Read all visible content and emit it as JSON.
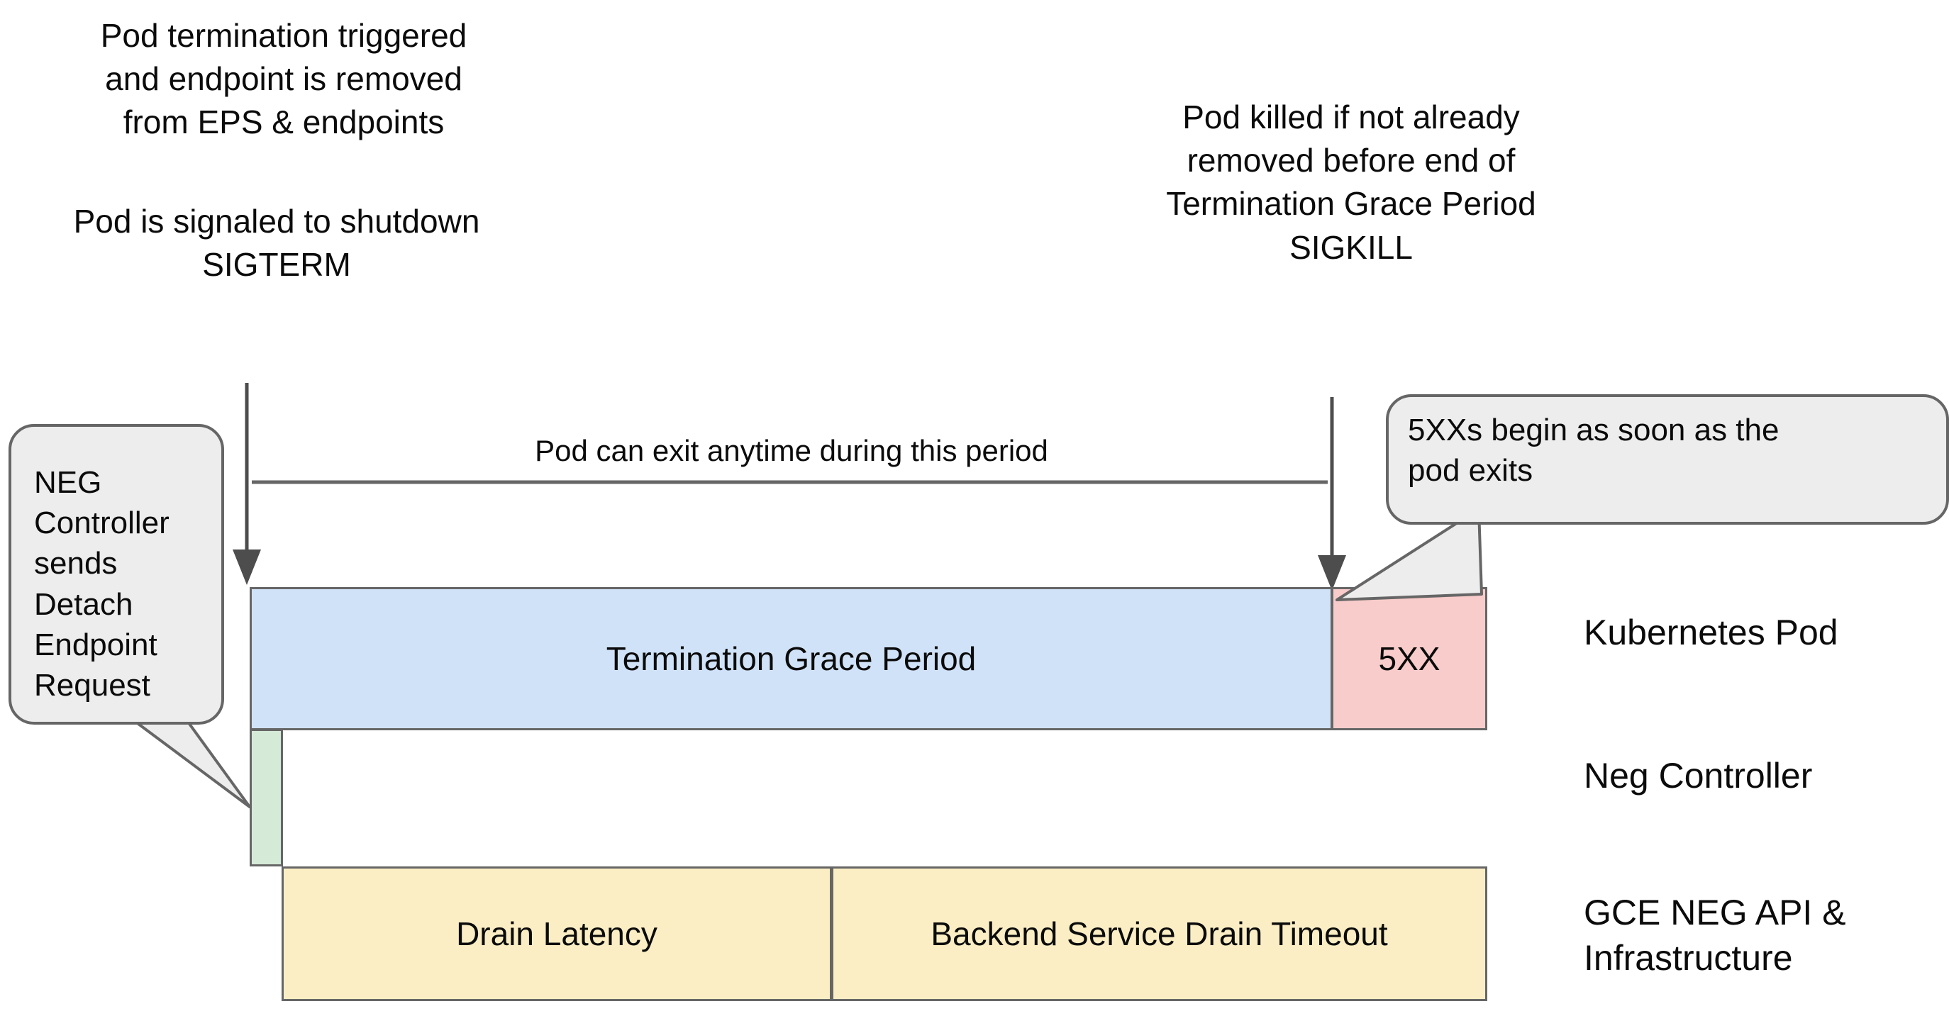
{
  "notes": {
    "left_top": "Pod termination triggered\nand endpoint is removed\nfrom EPS & endpoints",
    "left_bottom": "Pod is signaled to shutdown\nSIGTERM",
    "right_top": "Pod killed if not already\nremoved before end of\nTermination Grace Period\nSIGKILL"
  },
  "timeline": {
    "period_label": "Pod can exit anytime during this period",
    "bars": {
      "termination_grace_period": "Termination Grace Period",
      "five_xx": "5XX",
      "neg_controller": "",
      "drain_latency": "Drain Latency",
      "backend_service_drain_timeout": "Backend Service Drain Timeout"
    }
  },
  "row_labels": {
    "kubernetes_pod": "Kubernetes Pod",
    "neg_controller": "Neg Controller",
    "gce_neg_api": "GCE NEG API &\nInfrastructure"
  },
  "callouts": {
    "neg_controller": "NEG\nController\nsends\nDetach\nEndpoint\nRequest",
    "five_xx": "5XXs begin as soon as the\npod exits"
  },
  "colors": {
    "background": "#ffffff",
    "stroke": "#666666",
    "text": "#0b0b0b",
    "termination_grace_period_fill": "#d0e2f8",
    "five_xx_fill": "#f8ccca",
    "neg_controller_fill": "#d5ead7",
    "drain_fill": "#fbeec4",
    "callout_fill": "#ededed"
  }
}
